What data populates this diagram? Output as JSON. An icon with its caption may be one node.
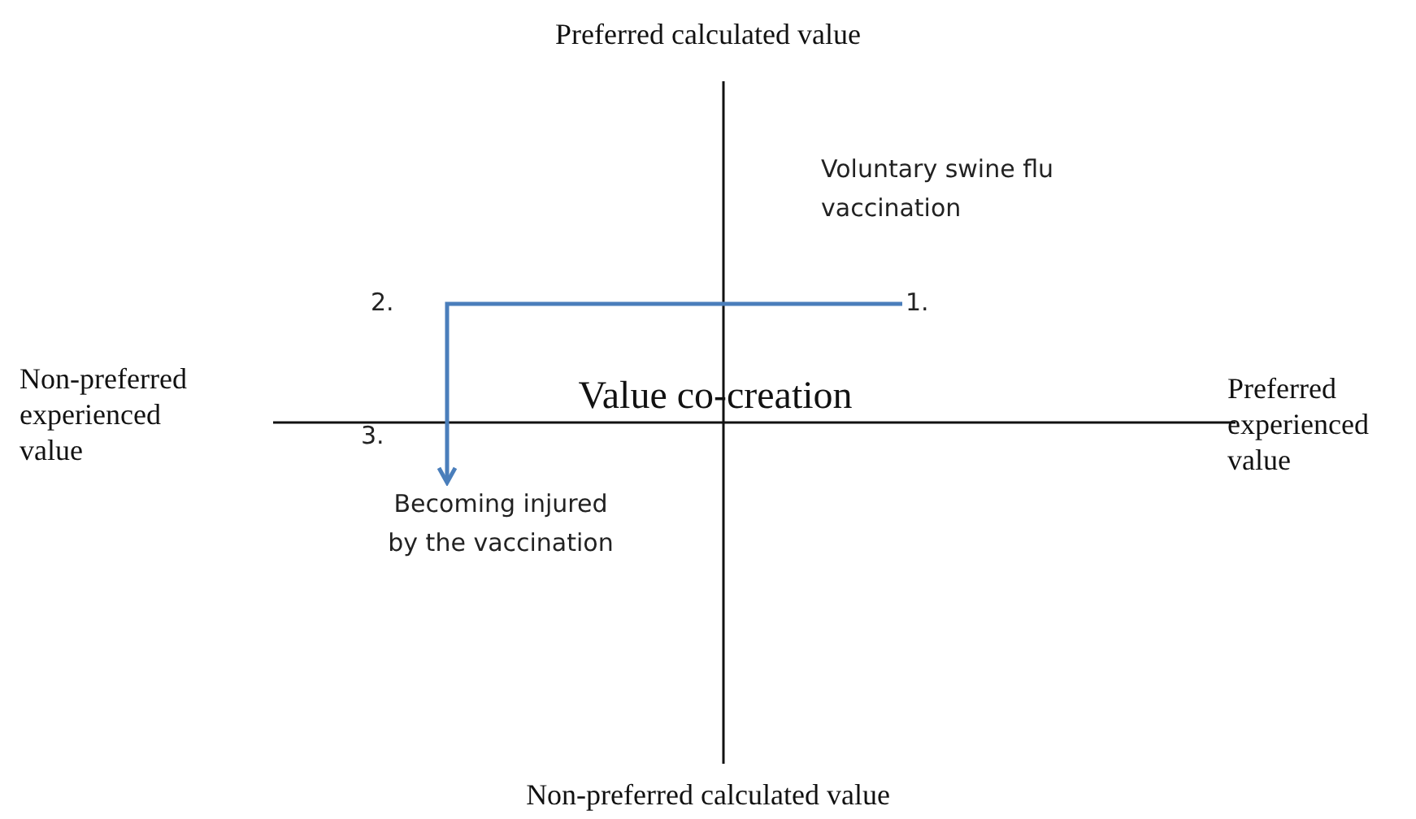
{
  "diagram": {
    "nodes": [
      {
        "text": [
          "1."
        ],
        "beside": [
          "Voluntary swine flu vaccination"
        ]
      },
      {
        "text": [
          "Becoming injured by the vaccination"
        ]
      }
    ],
    "edges": [
      {
        "from": 0,
        "to": 1,
        "arrow": "to",
        "color": "#4a7ebb"
      }
    ],
    "labels": [
      "Preferred calculated value",
      "2.",
      "Non-preferred experienced value",
      "Value co-creation",
      "Preferred experienced value",
      "3.",
      "Non-preferred calculated value"
    ]
  }
}
